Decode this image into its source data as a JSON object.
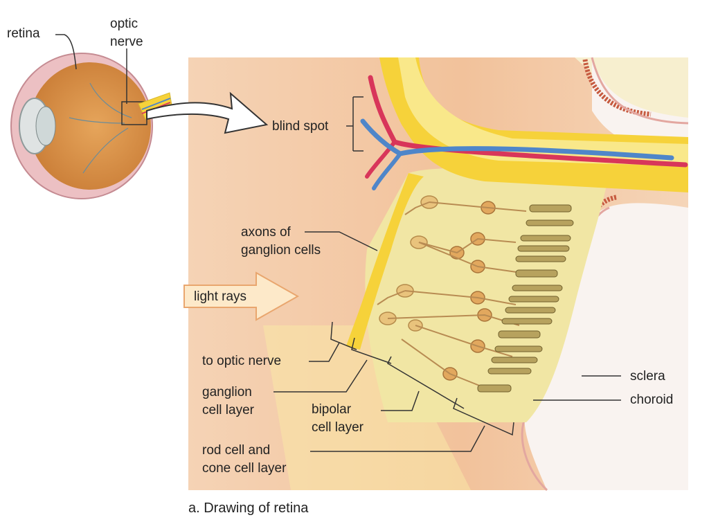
{
  "caption": "a. Drawing of retina",
  "labels": {
    "retina": "retina",
    "optic_nerve": "optic\nnerve",
    "blind_spot": "blind spot",
    "axons": "axons of\nganglion cells",
    "light_rays": "light rays",
    "to_optic_nerve": "to optic nerve",
    "ganglion_layer": "ganglion\ncell layer",
    "bipolar_layer": "bipolar\ncell layer",
    "rod_cone_layer": "rod cell and\ncone cell layer",
    "sclera": "sclera",
    "choroid": "choroid"
  },
  "colors": {
    "background_tissue": "#f3c9a3",
    "retina_yellow": "#f1e6a4",
    "axon_band": "#f6d23a",
    "artery": "#d8365a",
    "vein": "#4f86c9",
    "choroid": "#c65a3f",
    "sclera": "#f4dcd4",
    "label_text": "#222222"
  }
}
